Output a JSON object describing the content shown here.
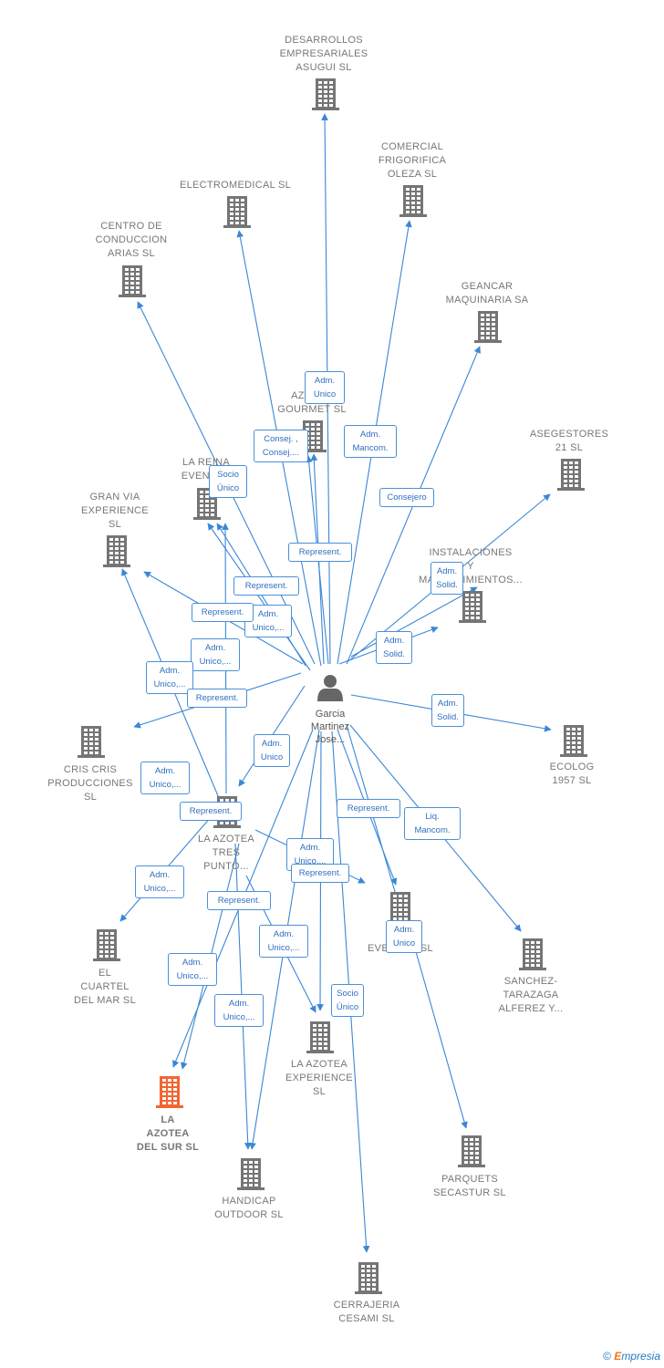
{
  "colors": {
    "edge": "#3a87d6",
    "building": "#757575",
    "focus": "#f26532",
    "person": "#666666"
  },
  "person": {
    "label_lines": [
      "Garcia",
      "Martinez",
      "Jose..."
    ],
    "icon": "person-icon"
  },
  "nodes": [
    {
      "id": "desarrollos",
      "label_lines": [
        "DESARROLLOS",
        "EMPRESARIALES",
        "ASUGUI  SL"
      ]
    },
    {
      "id": "comercial",
      "label_lines": [
        "COMERCIAL",
        "FRIGORIFICA",
        "OLEZA SL"
      ]
    },
    {
      "id": "electromedical",
      "label_lines": [
        "ELECTROMEDICAL SL"
      ]
    },
    {
      "id": "centro",
      "label_lines": [
        "CENTRO DE",
        "CONDUCCION",
        "ARIAS SL"
      ]
    },
    {
      "id": "geancar",
      "label_lines": [
        "GEANCAR",
        "MAQUINARIA SA"
      ]
    },
    {
      "id": "azotea_gourmet",
      "label_lines": [
        "AZOTEA",
        "GOURMET SL"
      ]
    },
    {
      "id": "asegestores",
      "label_lines": [
        "ASEGESTORES",
        "21  SL"
      ]
    },
    {
      "id": "reina",
      "label_lines": [
        "LA REINA",
        "EVENTOS"
      ]
    },
    {
      "id": "granvia",
      "label_lines": [
        "GRAN VIA",
        "EXPERIENCE",
        "SL"
      ]
    },
    {
      "id": "instalaciones",
      "label_lines": [
        "INSTALACIONES",
        "Y",
        "MANTENIMIENTOS..."
      ]
    },
    {
      "id": "criscris",
      "label_lines": [
        "CRIS CRIS",
        "PRODUCCIONES",
        "SL"
      ]
    },
    {
      "id": "ecolog",
      "label_lines": [
        "ECOLOG",
        "1957 SL"
      ]
    },
    {
      "id": "tres_punto",
      "label_lines": [
        "LA AZOTEA",
        "TRES",
        "PUNTO..."
      ]
    },
    {
      "id": "cuartel",
      "label_lines": [
        "EL",
        "CUARTEL",
        "DEL MAR  SL"
      ]
    },
    {
      "id": "ev",
      "label_lines": [
        "LA",
        "EVENTOS SL"
      ]
    },
    {
      "id": "sanchez",
      "label_lines": [
        "SANCHEZ-",
        "TARAZAGA",
        "ALFEREZ Y..."
      ]
    },
    {
      "id": "experience",
      "label_lines": [
        "LA AZOTEA",
        "EXPERIENCE",
        "SL"
      ]
    },
    {
      "id": "delsur",
      "label_lines": [
        "LA",
        "AZOTEA",
        "DEL SUR  SL"
      ]
    },
    {
      "id": "parquets",
      "label_lines": [
        "PARQUETS",
        "SECASTUR SL"
      ]
    },
    {
      "id": "handicap",
      "label_lines": [
        "HANDICAP",
        "OUTDOOR SL"
      ]
    },
    {
      "id": "cerrajeria",
      "label_lines": [
        "CERRAJERIA",
        "CESAMI  SL"
      ]
    }
  ],
  "relations": [
    "Adm. Unico",
    "Adm. Mancom.",
    "Consej. , Consej....",
    "Socio Único",
    "Consejero",
    "Represent.",
    "Adm. Solid.",
    "Represent.",
    "Adm. Unico,...",
    "Represent.",
    "Adm. Solid.",
    "Adm. Unico,...",
    "Adm. Unico,...",
    "Represent.",
    "Adm. Solid.",
    "Adm. Unico",
    "Adm. Unico,...",
    "Represent.",
    "Represent.",
    "Liq. Mancom.",
    "Adm. Unico,...",
    "Adm. Unico,...",
    "Represent.",
    "Represent.",
    "Adm. Unico,...",
    "Adm. Unico,...",
    "Adm. Unico",
    "Adm. Unico,...",
    "Socio Único"
  ],
  "credit": {
    "symbol": "©",
    "brand_first": "E",
    "brand_rest": "mpresia"
  }
}
